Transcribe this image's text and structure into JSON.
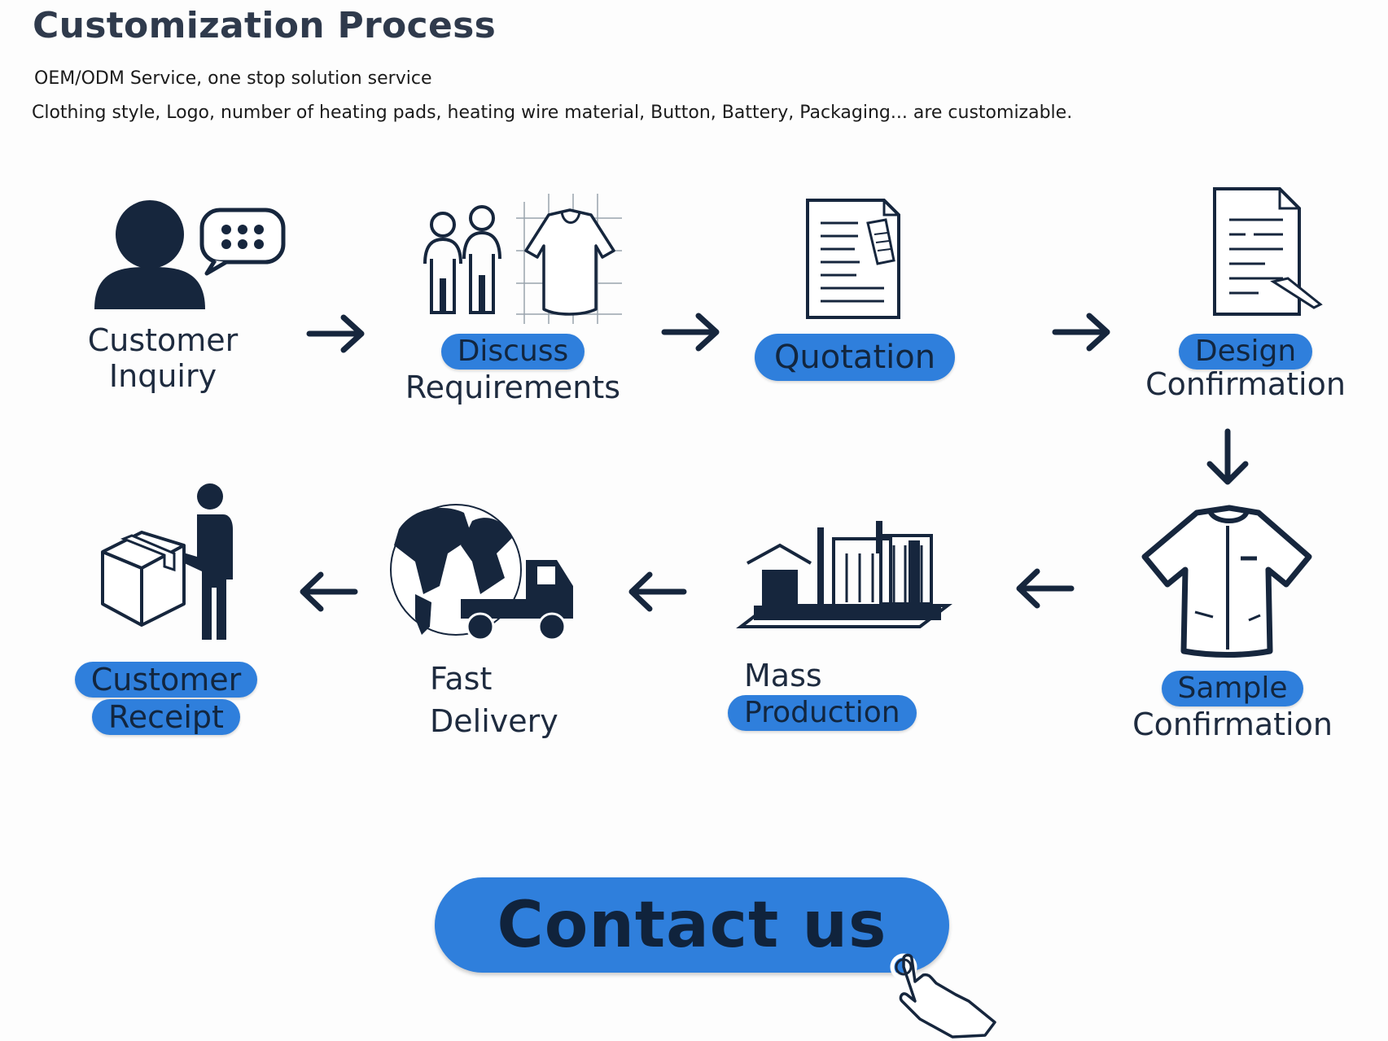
{
  "header": {
    "title": "Customization Process",
    "subtitle": "OEM/ODM Service, one stop solution service",
    "description": "Clothing style, Logo, number of heating pads, heating wire material, Button, Battery, Packaging... are customizable."
  },
  "steps": [
    {
      "line1": "Customer",
      "line2": "Inquiry",
      "icon": "person-chat-icon"
    },
    {
      "line1": "Discuss",
      "line2": "Requirements",
      "icon": "people-garment-icon"
    },
    {
      "line1": "Quotation",
      "icon": "document-tag-icon"
    },
    {
      "line1": "Design",
      "line2": "Confirmation",
      "icon": "document-pen-icon"
    },
    {
      "line1": "Sample",
      "line2": "Confirmation",
      "icon": "shirt-icon"
    },
    {
      "line1": "Mass",
      "line2": "Production",
      "icon": "factory-icon"
    },
    {
      "line1": "Fast",
      "line2": "Delivery",
      "icon": "globe-truck-icon"
    },
    {
      "line1": "Customer",
      "line2": "Receipt",
      "icon": "person-box-icon"
    }
  ],
  "cta": {
    "label": "Contact us",
    "icon": "pointer-hand-icon"
  },
  "colors": {
    "accent": "#2f7fdc",
    "ink": "#16263d"
  }
}
